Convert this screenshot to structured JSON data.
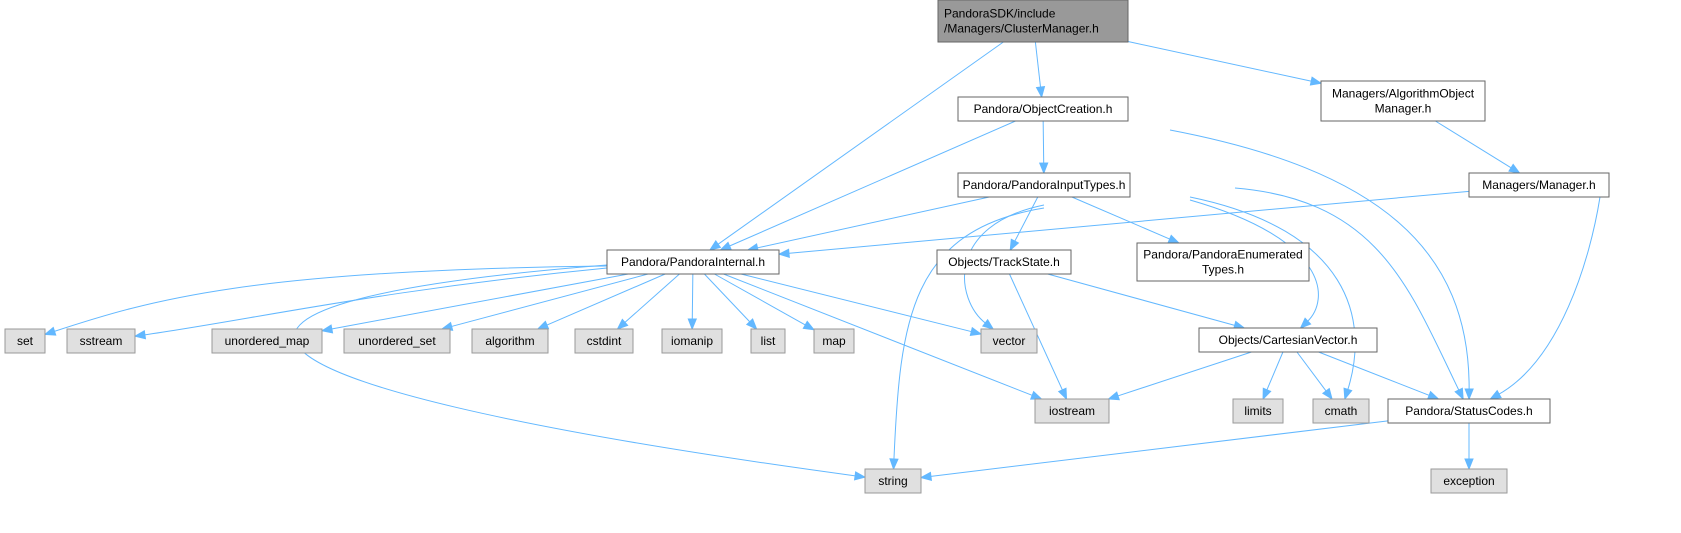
{
  "colors": {
    "root_fill": "#999999",
    "root_stroke": "#666666",
    "local_fill": "#ffffff",
    "local_stroke": "#666666",
    "system_fill": "#e0e0e0",
    "system_stroke": "#999999",
    "edge": "#63b8ff"
  },
  "nodes": [
    {
      "id": "root",
      "kind": "root",
      "lines": [
        "PandoraSDK/include",
        "/Managers/ClusterManager.h"
      ]
    },
    {
      "id": "objcreation",
      "kind": "local",
      "lines": [
        "Pandora/ObjectCreation.h"
      ]
    },
    {
      "id": "algobjmgr",
      "kind": "local",
      "lines": [
        "Managers/AlgorithmObject",
        "Manager.h"
      ]
    },
    {
      "id": "inputtypes",
      "kind": "local",
      "lines": [
        "Pandora/PandoraInputTypes.h"
      ]
    },
    {
      "id": "manager",
      "kind": "local",
      "lines": [
        "Managers/Manager.h"
      ]
    },
    {
      "id": "internal",
      "kind": "local",
      "lines": [
        "Pandora/PandoraInternal.h"
      ]
    },
    {
      "id": "trackstate",
      "kind": "local",
      "lines": [
        "Objects/TrackState.h"
      ]
    },
    {
      "id": "enumtypes",
      "kind": "local",
      "lines": [
        "Pandora/PandoraEnumerated",
        "Types.h"
      ]
    },
    {
      "id": "cartvec",
      "kind": "local",
      "lines": [
        "Objects/CartesianVector.h"
      ]
    },
    {
      "id": "statuscodes",
      "kind": "local",
      "lines": [
        "Pandora/StatusCodes.h"
      ]
    },
    {
      "id": "set",
      "kind": "system",
      "lines": [
        "set"
      ]
    },
    {
      "id": "sstream",
      "kind": "system",
      "lines": [
        "sstream"
      ]
    },
    {
      "id": "unordered_map",
      "kind": "system",
      "lines": [
        "unordered_map"
      ]
    },
    {
      "id": "unordered_set",
      "kind": "system",
      "lines": [
        "unordered_set"
      ]
    },
    {
      "id": "algorithm",
      "kind": "system",
      "lines": [
        "algorithm"
      ]
    },
    {
      "id": "cstdint",
      "kind": "system",
      "lines": [
        "cstdint"
      ]
    },
    {
      "id": "iomanip",
      "kind": "system",
      "lines": [
        "iomanip"
      ]
    },
    {
      "id": "list",
      "kind": "system",
      "lines": [
        "list"
      ]
    },
    {
      "id": "map",
      "kind": "system",
      "lines": [
        "map"
      ]
    },
    {
      "id": "vector",
      "kind": "system",
      "lines": [
        "vector"
      ]
    },
    {
      "id": "iostream",
      "kind": "system",
      "lines": [
        "iostream"
      ]
    },
    {
      "id": "limits",
      "kind": "system",
      "lines": [
        "limits"
      ]
    },
    {
      "id": "cmath",
      "kind": "system",
      "lines": [
        "cmath"
      ]
    },
    {
      "id": "exception",
      "kind": "system",
      "lines": [
        "exception"
      ]
    },
    {
      "id": "string",
      "kind": "system",
      "lines": [
        "string"
      ]
    }
  ],
  "edges": [
    {
      "from": "root",
      "to": "objcreation"
    },
    {
      "from": "root",
      "to": "algobjmgr"
    },
    {
      "from": "root",
      "to": "internal"
    },
    {
      "from": "objcreation",
      "to": "inputtypes"
    },
    {
      "from": "objcreation",
      "to": "internal"
    },
    {
      "from": "objcreation",
      "to": "statuscodes"
    },
    {
      "from": "algobjmgr",
      "to": "manager"
    },
    {
      "from": "manager",
      "to": "internal"
    },
    {
      "from": "manager",
      "to": "statuscodes"
    },
    {
      "from": "inputtypes",
      "to": "internal"
    },
    {
      "from": "inputtypes",
      "to": "trackstate"
    },
    {
      "from": "inputtypes",
      "to": "enumtypes"
    },
    {
      "from": "inputtypes",
      "to": "cartvec"
    },
    {
      "from": "inputtypes",
      "to": "statuscodes"
    },
    {
      "from": "inputtypes",
      "to": "vector"
    },
    {
      "from": "inputtypes",
      "to": "string"
    },
    {
      "from": "inputtypes",
      "to": "cmath"
    },
    {
      "from": "internal",
      "to": "set"
    },
    {
      "from": "internal",
      "to": "sstream"
    },
    {
      "from": "internal",
      "to": "unordered_map"
    },
    {
      "from": "internal",
      "to": "unordered_set"
    },
    {
      "from": "internal",
      "to": "algorithm"
    },
    {
      "from": "internal",
      "to": "cstdint"
    },
    {
      "from": "internal",
      "to": "iomanip"
    },
    {
      "from": "internal",
      "to": "list"
    },
    {
      "from": "internal",
      "to": "map"
    },
    {
      "from": "internal",
      "to": "vector"
    },
    {
      "from": "internal",
      "to": "iostream"
    },
    {
      "from": "internal",
      "to": "string"
    },
    {
      "from": "trackstate",
      "to": "iostream"
    },
    {
      "from": "trackstate",
      "to": "cartvec"
    },
    {
      "from": "cartvec",
      "to": "iostream"
    },
    {
      "from": "cartvec",
      "to": "limits"
    },
    {
      "from": "cartvec",
      "to": "cmath"
    },
    {
      "from": "cartvec",
      "to": "statuscodes"
    },
    {
      "from": "statuscodes",
      "to": "exception"
    },
    {
      "from": "statuscodes",
      "to": "string"
    }
  ]
}
